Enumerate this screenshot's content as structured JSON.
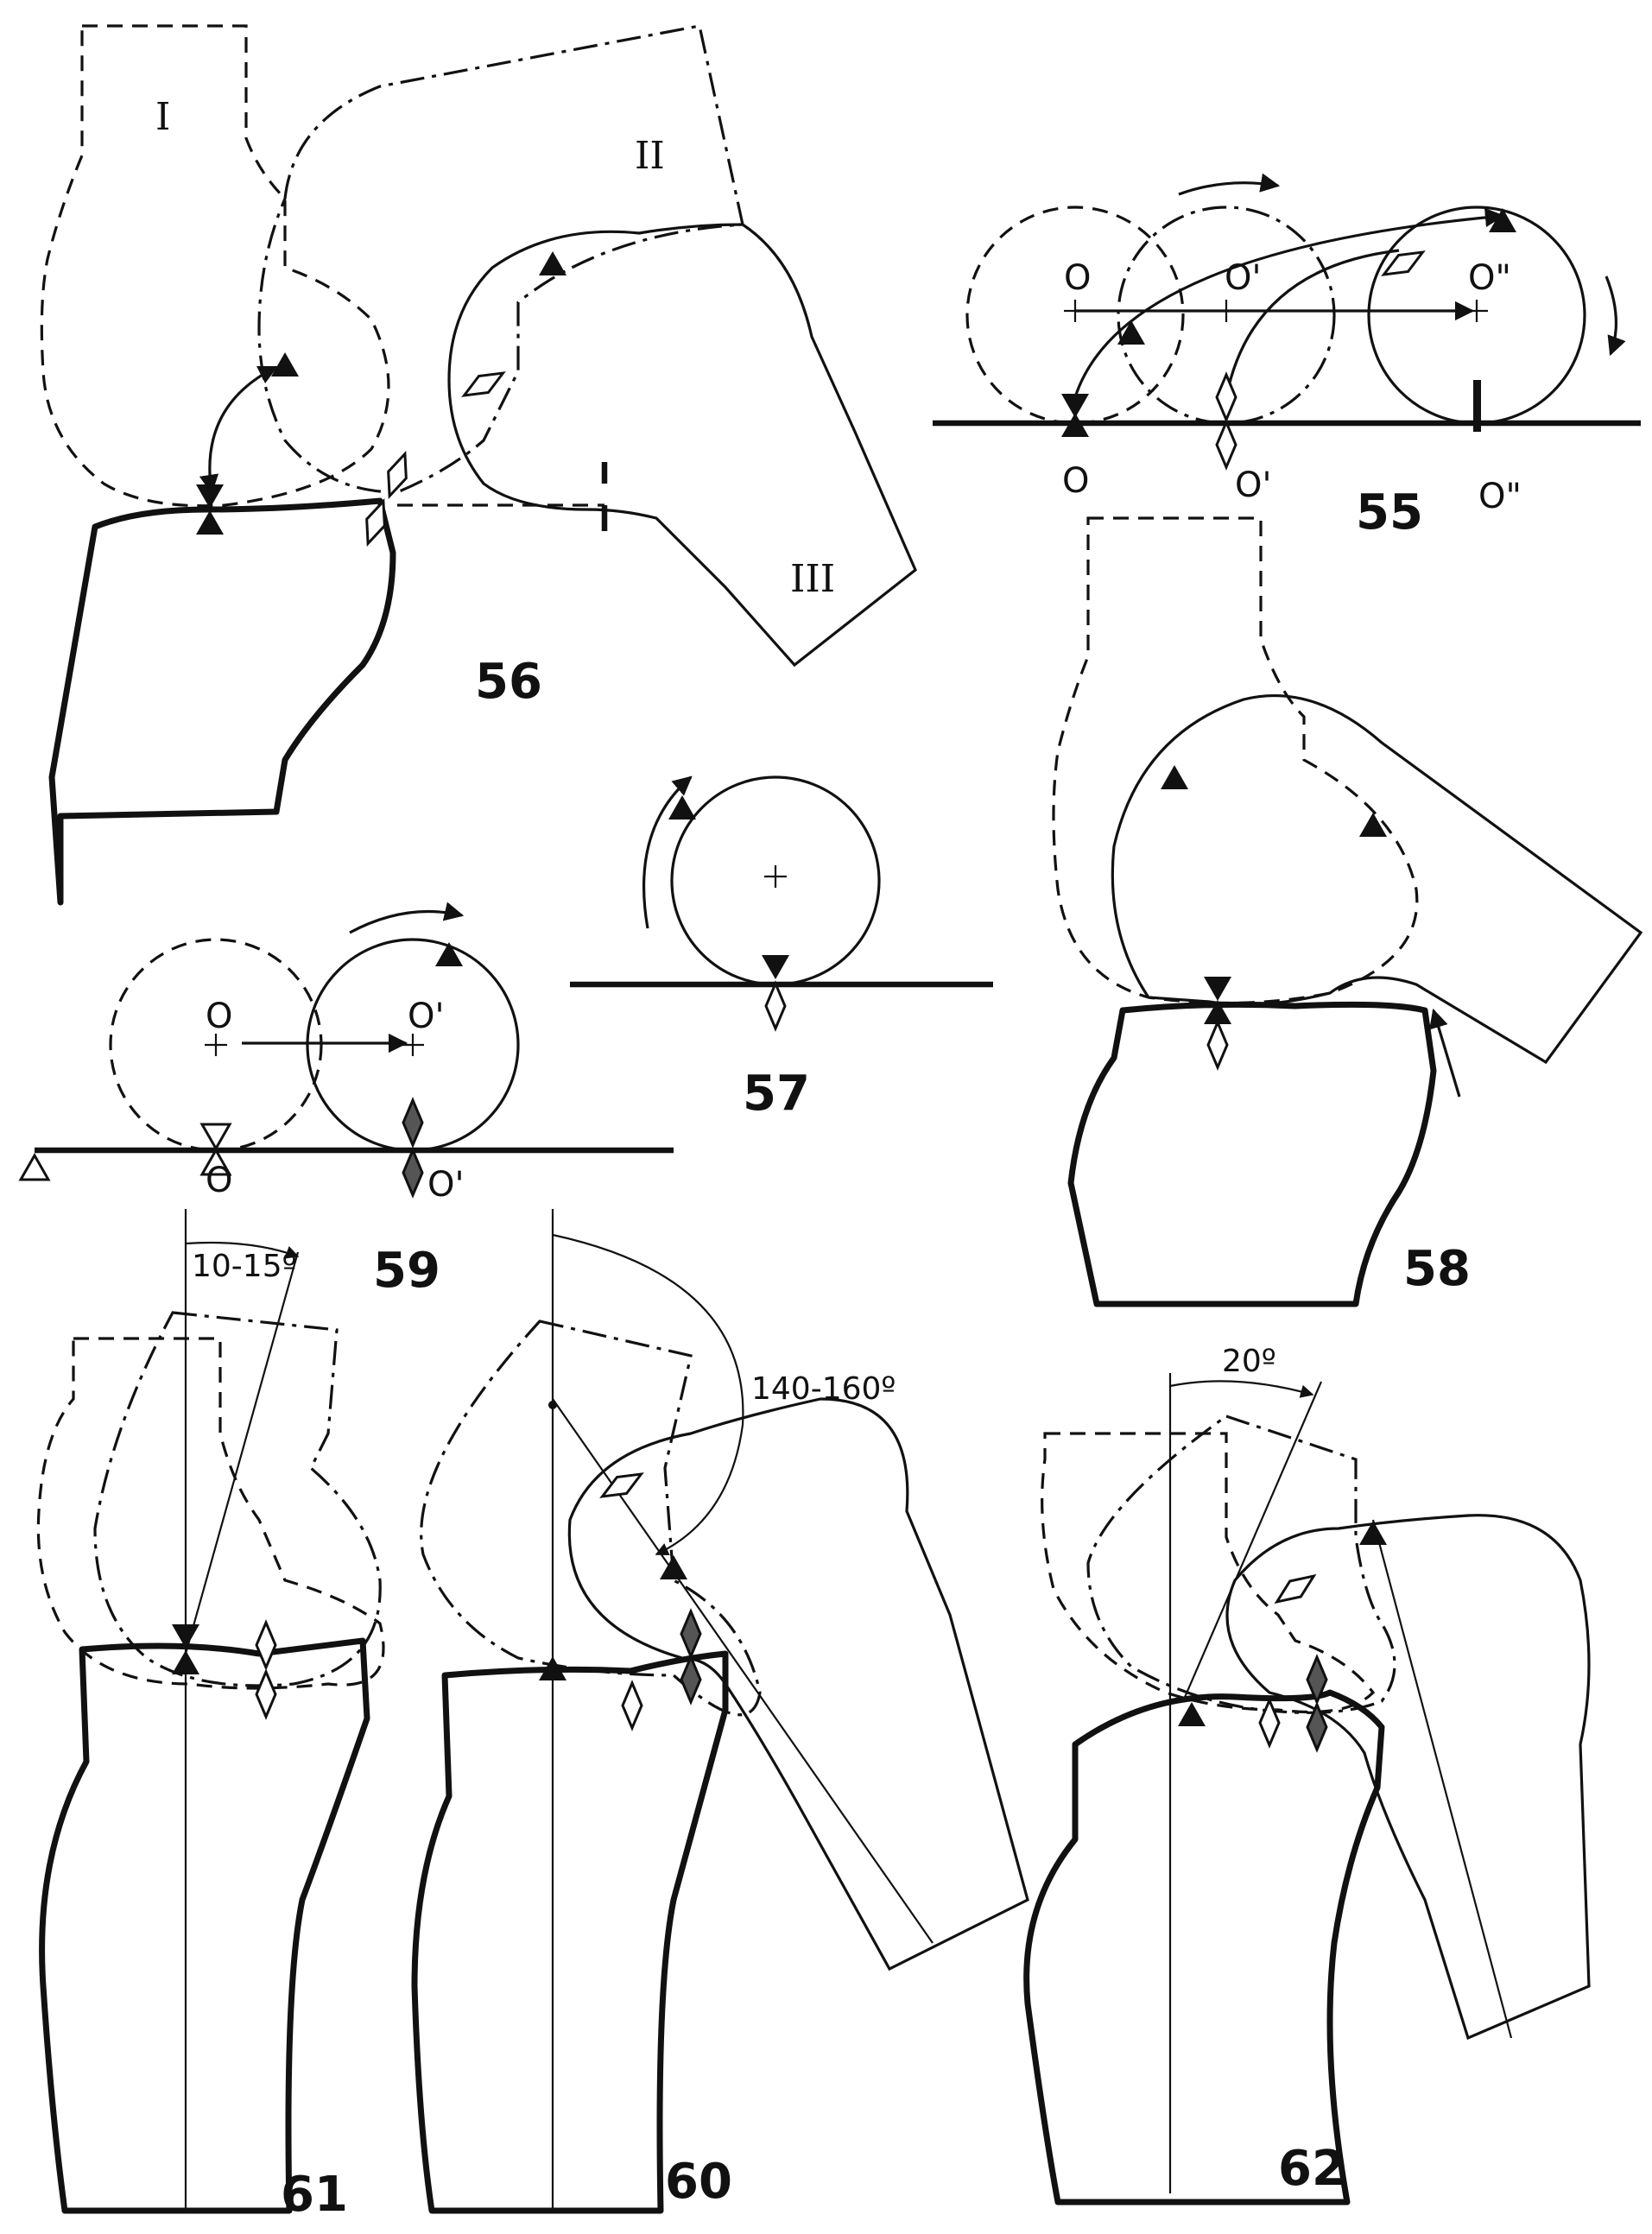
{
  "figures": {
    "f55": {
      "number": "55",
      "centers": [
        "O",
        "O'",
        "O\""
      ],
      "contacts": [
        "O",
        "O'",
        "O\""
      ]
    },
    "f56": {
      "number": "56",
      "positions": [
        "I",
        "II",
        "III"
      ]
    },
    "f57": {
      "number": "57"
    },
    "f58": {
      "number": "58"
    },
    "f59": {
      "number": "59",
      "centers": [
        "O",
        "O'"
      ],
      "contacts": [
        "O",
        "O'"
      ]
    },
    "f60": {
      "number": "60",
      "angle": "140-160º"
    },
    "f61": {
      "number": "61",
      "angle": "10-15º"
    },
    "f62": {
      "number": "62",
      "angle": "20º"
    }
  }
}
